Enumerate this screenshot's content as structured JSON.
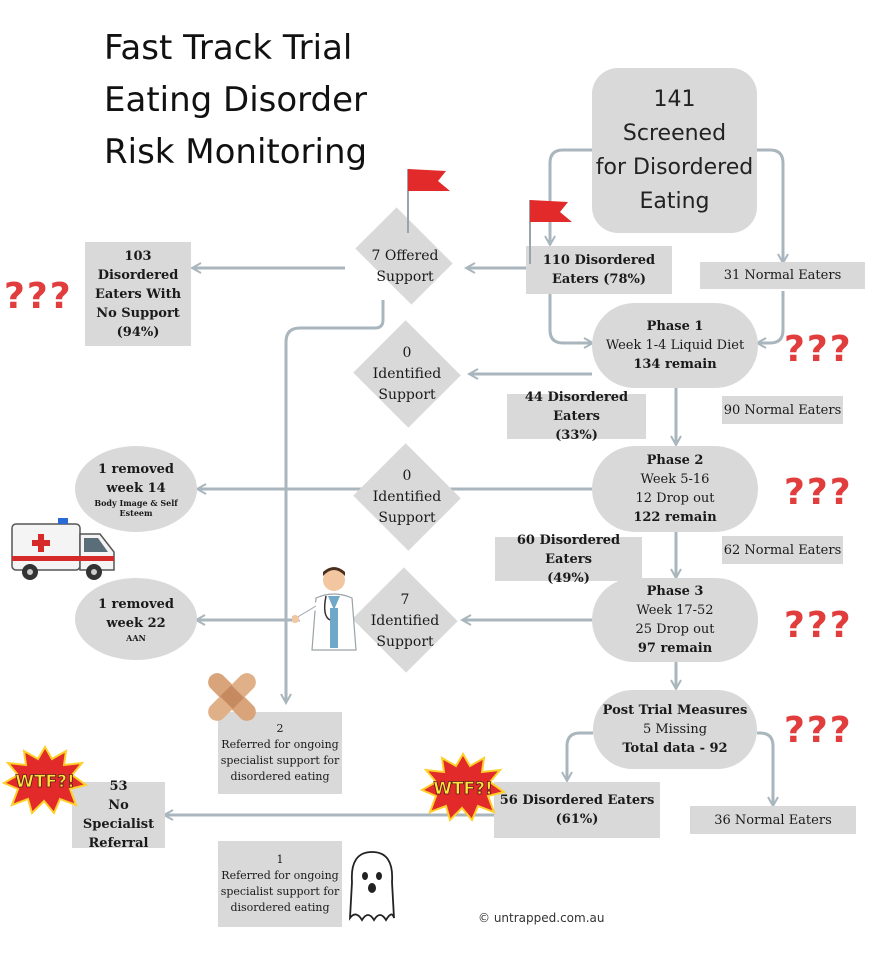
{
  "title": {
    "line1": "Fast Track Trial",
    "line2": "Eating Disorder",
    "line3": "Risk Monitoring"
  },
  "screened": {
    "count": "141",
    "line1": "Screened",
    "line2": "for Disordered",
    "line3": "Eating"
  },
  "offered_support": {
    "line1": "7 Offered",
    "line2": "Support"
  },
  "no_support": {
    "line1": "103",
    "line2": "Disordered",
    "line3": "Eaters  With",
    "line4": "No Support",
    "line5": "(94%)"
  },
  "disordered_110": {
    "line1": "110  Disordered",
    "line2": "Eaters (78%)"
  },
  "normal_31": "31 Normal Eaters",
  "phase1": {
    "title": "Phase 1",
    "line1": "Week 1-4 Liquid Diet",
    "line2": "134 remain"
  },
  "identified_0a": {
    "line1": "0",
    "line2": "Identified",
    "line3": "Support"
  },
  "disordered_44": {
    "line1": "44 Disordered Eaters",
    "line2": "(33%)"
  },
  "normal_90": "90  Normal Eaters",
  "phase2": {
    "title": "Phase 2",
    "line1": "Week 5-16",
    "line2": "12 Drop out",
    "line3": "122 remain"
  },
  "identified_0b": {
    "line1": "0",
    "line2": "Identified",
    "line3": "Support"
  },
  "removed_14": {
    "line1": "1 removed",
    "line2": "week 14",
    "line3": "Body Image & Self",
    "line4": "Esteem"
  },
  "disordered_60": {
    "line1": "60 Disordered Eaters",
    "line2": "(49%)"
  },
  "normal_62": "62  Normal Eaters",
  "phase3": {
    "title": "Phase 3",
    "line1": "Week 17-52",
    "line2": "25 Drop out",
    "line3": "97 remain"
  },
  "identified_7": {
    "line1": "7",
    "line2": "Identified",
    "line3": "Support"
  },
  "removed_22": {
    "line1": "1 removed",
    "line2": "week 22",
    "line3": "AAN"
  },
  "referred_2": {
    "line1": "2",
    "line2": "Referred for ongoing",
    "line3": "specialist support for",
    "line4": "disordered eating"
  },
  "post_trial": {
    "title": "Post Trial Measures",
    "line1": "5 Missing",
    "line2": "Total data - 92"
  },
  "disordered_56": {
    "line1": "56  Disordered Eaters",
    "line2": "(61%)"
  },
  "normal_36": "36 Normal Eaters",
  "no_referral": {
    "line1": "53",
    "line2": "No Specialist",
    "line3": "Referral"
  },
  "referred_1": {
    "line1": "1",
    "line2": "Referred for ongoing",
    "line3": "specialist support for",
    "line4": "disordered eating"
  },
  "wtf_text": "WTF?!",
  "question_marks": "???",
  "copyright": "untrapped.com.au",
  "colors": {
    "box": "#d9d9d9",
    "line": "#a9b6bd",
    "flag": "#e32a2a",
    "question": "#e23d3d"
  }
}
